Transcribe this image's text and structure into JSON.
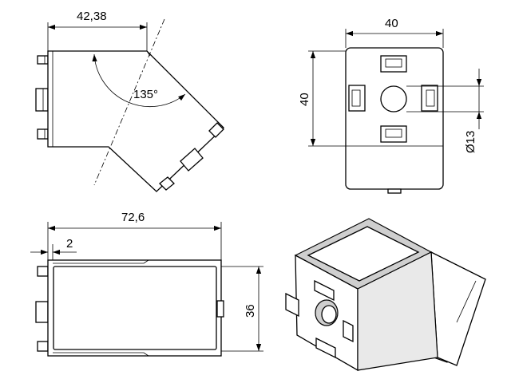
{
  "drawing": {
    "dimensions": {
      "top_width": "42,38",
      "angle": "135°",
      "side_width": "40",
      "side_height": "40",
      "hole_diameter": "Ø13",
      "overall_length": "72,6",
      "wall_offset": "2",
      "bottom_height": "36"
    }
  }
}
